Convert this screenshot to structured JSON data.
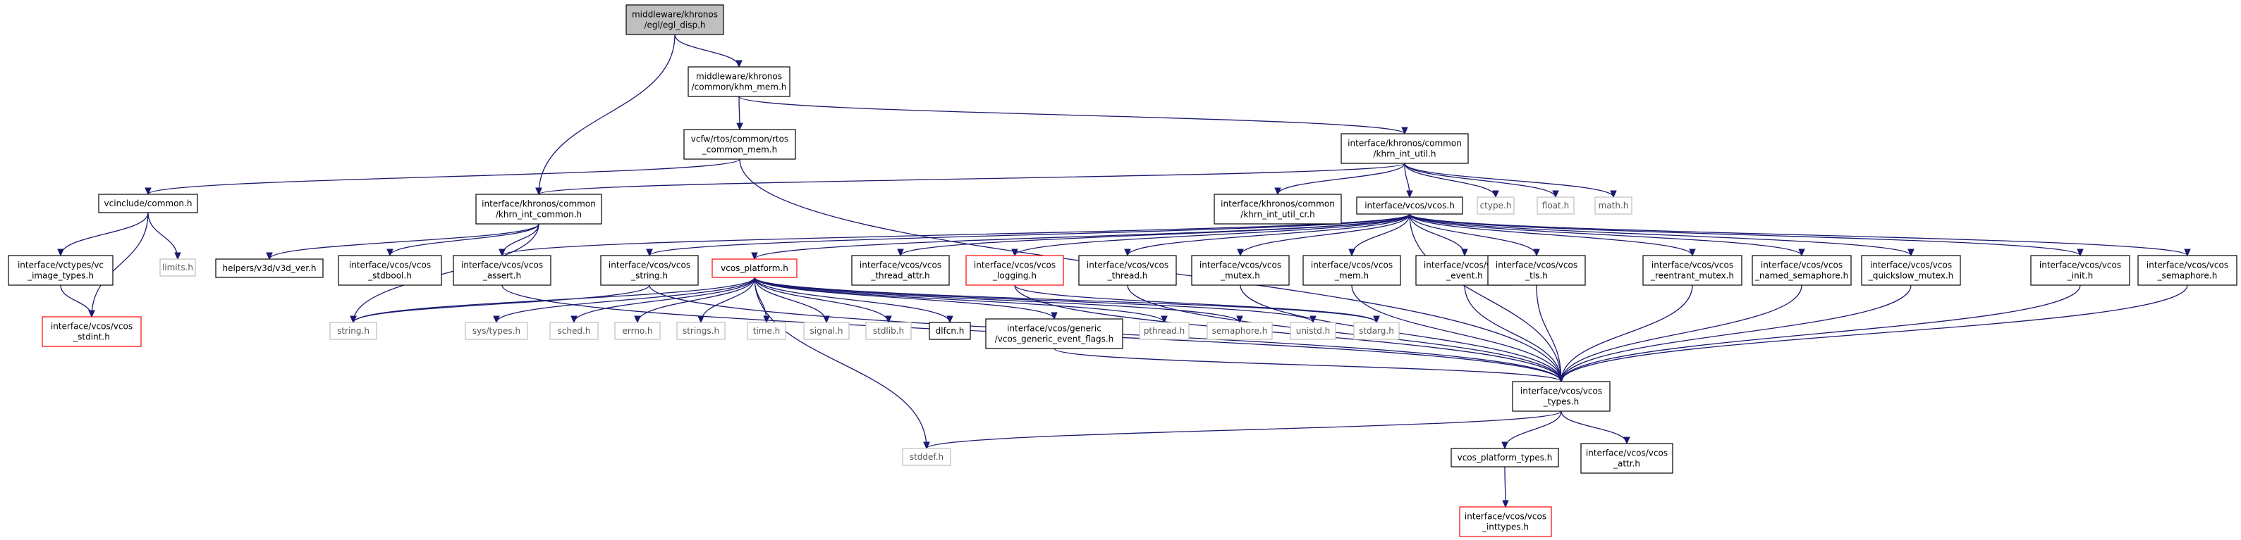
{
  "colors": {
    "edge": "#191970",
    "box_border": "#000000",
    "missing_border": "#bfbfbf",
    "truncated_border": "#ff0000",
    "root_fill": "#bfbfbf",
    "fill": "#ffffff"
  },
  "nodes": [
    {
      "id": "egl_disp",
      "lines": [
        "middleware/khronos",
        "/egl/egl_disp.h"
      ],
      "style": "root"
    },
    {
      "id": "khm_mem",
      "lines": [
        "middleware/khronos",
        "/common/khm_mem.h"
      ],
      "style": "normal"
    },
    {
      "id": "rtos_common_mem",
      "lines": [
        "vcfw/rtos/common/rtos",
        "_common_mem.h"
      ],
      "style": "normal"
    },
    {
      "id": "khrn_int_util",
      "lines": [
        "interface/khronos/common",
        "/khrn_int_util.h"
      ],
      "style": "normal"
    },
    {
      "id": "vcinclude_common",
      "lines": [
        "vcinclude/common.h"
      ],
      "style": "normal"
    },
    {
      "id": "khrn_int_common",
      "lines": [
        "interface/khronos/common",
        "/khrn_int_common.h"
      ],
      "style": "normal"
    },
    {
      "id": "khrn_int_util_cr",
      "lines": [
        "interface/khronos/common",
        "/khrn_int_util_cr.h"
      ],
      "style": "normal"
    },
    {
      "id": "vcos_h",
      "lines": [
        "interface/vcos/vcos.h"
      ],
      "style": "normal"
    },
    {
      "id": "ctype",
      "lines": [
        "ctype.h"
      ],
      "style": "gray"
    },
    {
      "id": "float",
      "lines": [
        "float.h"
      ],
      "style": "gray"
    },
    {
      "id": "math",
      "lines": [
        "math.h"
      ],
      "style": "gray"
    },
    {
      "id": "vc_image_types",
      "lines": [
        "interface/vctypes/vc",
        "_image_types.h"
      ],
      "style": "normal"
    },
    {
      "id": "limits",
      "lines": [
        "limits.h"
      ],
      "style": "gray"
    },
    {
      "id": "v3d_ver",
      "lines": [
        "helpers/v3d/v3d_ver.h"
      ],
      "style": "normal"
    },
    {
      "id": "vcos_stdbool",
      "lines": [
        "interface/vcos/vcos",
        "_stdbool.h"
      ],
      "style": "normal"
    },
    {
      "id": "vcos_assert",
      "lines": [
        "interface/vcos/vcos",
        "_assert.h"
      ],
      "style": "normal"
    },
    {
      "id": "vcos_string",
      "lines": [
        "interface/vcos/vcos",
        "_string.h"
      ],
      "style": "normal"
    },
    {
      "id": "vcos_platform",
      "lines": [
        "vcos_platform.h"
      ],
      "style": "red"
    },
    {
      "id": "vcos_thread_attr",
      "lines": [
        "interface/vcos/vcos",
        "_thread_attr.h"
      ],
      "style": "normal"
    },
    {
      "id": "vcos_logging",
      "lines": [
        "interface/vcos/vcos",
        "_logging.h"
      ],
      "style": "red"
    },
    {
      "id": "vcos_thread",
      "lines": [
        "interface/vcos/vcos",
        "_thread.h"
      ],
      "style": "normal"
    },
    {
      "id": "vcos_mutex",
      "lines": [
        "interface/vcos/vcos",
        "_mutex.h"
      ],
      "style": "normal"
    },
    {
      "id": "vcos_mem",
      "lines": [
        "interface/vcos/vcos",
        "_mem.h"
      ],
      "style": "normal"
    },
    {
      "id": "vcos_event",
      "lines": [
        "interface/vcos/vcos",
        "_event.h"
      ],
      "style": "normal"
    },
    {
      "id": "vcos_tls",
      "lines": [
        "interface/vcos/vcos",
        "_tls.h"
      ],
      "style": "normal"
    },
    {
      "id": "vcos_reentrant_mutex",
      "lines": [
        "interface/vcos/vcos",
        "_reentrant_mutex.h"
      ],
      "style": "normal"
    },
    {
      "id": "vcos_named_semaphore",
      "lines": [
        "interface/vcos/vcos",
        "_named_semaphore.h"
      ],
      "style": "normal"
    },
    {
      "id": "vcos_quickslow_mutex",
      "lines": [
        "interface/vcos/vcos",
        "_quickslow_mutex.h"
      ],
      "style": "normal"
    },
    {
      "id": "vcos_init",
      "lines": [
        "interface/vcos/vcos",
        "_init.h"
      ],
      "style": "normal"
    },
    {
      "id": "vcos_semaphore",
      "lines": [
        "interface/vcos/vcos",
        "_semaphore.h"
      ],
      "style": "normal"
    },
    {
      "id": "vcos_stdint",
      "lines": [
        "interface/vcos/vcos",
        "_stdint.h"
      ],
      "style": "red"
    },
    {
      "id": "string_h",
      "lines": [
        "string.h"
      ],
      "style": "gray"
    },
    {
      "id": "sys_types",
      "lines": [
        "sys/types.h"
      ],
      "style": "gray"
    },
    {
      "id": "sched",
      "lines": [
        "sched.h"
      ],
      "style": "gray"
    },
    {
      "id": "errno",
      "lines": [
        "errno.h"
      ],
      "style": "gray"
    },
    {
      "id": "strings",
      "lines": [
        "strings.h"
      ],
      "style": "gray"
    },
    {
      "id": "time",
      "lines": [
        "time.h"
      ],
      "style": "gray"
    },
    {
      "id": "signal",
      "lines": [
        "signal.h"
      ],
      "style": "gray"
    },
    {
      "id": "stdlib",
      "lines": [
        "stdlib.h"
      ],
      "style": "gray"
    },
    {
      "id": "dlfcn",
      "lines": [
        "dlfcn.h"
      ],
      "style": "normal"
    },
    {
      "id": "generic_event_flags",
      "lines": [
        "interface/vcos/generic",
        "/vcos_generic_event_flags.h"
      ],
      "style": "normal"
    },
    {
      "id": "pthread",
      "lines": [
        "pthread.h"
      ],
      "style": "gray"
    },
    {
      "id": "semaphore_h",
      "lines": [
        "semaphore.h"
      ],
      "style": "gray"
    },
    {
      "id": "unistd",
      "lines": [
        "unistd.h"
      ],
      "style": "gray"
    },
    {
      "id": "stdarg",
      "lines": [
        "stdarg.h"
      ],
      "style": "gray"
    },
    {
      "id": "vcos_types",
      "lines": [
        "interface/vcos/vcos",
        "_types.h"
      ],
      "style": "normal"
    },
    {
      "id": "stddef",
      "lines": [
        "stddef.h"
      ],
      "style": "gray"
    },
    {
      "id": "vcos_platform_types",
      "lines": [
        "vcos_platform_types.h"
      ],
      "style": "normal"
    },
    {
      "id": "vcos_attr",
      "lines": [
        "interface/vcos/vcos",
        "_attr.h"
      ],
      "style": "normal"
    },
    {
      "id": "vcos_inttypes",
      "lines": [
        "interface/vcos/vcos",
        "_inttypes.h"
      ],
      "style": "red"
    }
  ],
  "edges": [
    [
      "egl_disp",
      "khm_mem"
    ],
    [
      "egl_disp",
      "khrn_int_common"
    ],
    [
      "khm_mem",
      "rtos_common_mem"
    ],
    [
      "khm_mem",
      "khrn_int_util"
    ],
    [
      "rtos_common_mem",
      "vcinclude_common"
    ],
    [
      "rtos_common_mem",
      "vcos_types"
    ],
    [
      "khrn_int_util",
      "khrn_int_common"
    ],
    [
      "khrn_int_util",
      "khrn_int_util_cr"
    ],
    [
      "khrn_int_util",
      "vcos_h"
    ],
    [
      "khrn_int_util",
      "ctype"
    ],
    [
      "khrn_int_util",
      "float"
    ],
    [
      "khrn_int_util",
      "math"
    ],
    [
      "vcinclude_common",
      "vc_image_types"
    ],
    [
      "vcinclude_common",
      "limits"
    ],
    [
      "vcinclude_common",
      "vcos_stdint"
    ],
    [
      "vc_image_types",
      "vcos_stdint"
    ],
    [
      "khrn_int_common",
      "v3d_ver"
    ],
    [
      "khrn_int_common",
      "vcos_stdbool"
    ],
    [
      "khrn_int_common",
      "vcos_assert"
    ],
    [
      "khrn_int_common",
      "string_h"
    ],
    [
      "vcos_h",
      "vcos_assert"
    ],
    [
      "vcos_h",
      "vcos_types"
    ],
    [
      "vcos_h",
      "vcos_platform"
    ],
    [
      "vcos_h",
      "vcos_thread_attr"
    ],
    [
      "vcos_h",
      "vcos_logging"
    ],
    [
      "vcos_h",
      "vcos_thread"
    ],
    [
      "vcos_h",
      "vcos_mutex"
    ],
    [
      "vcos_h",
      "vcos_mem"
    ],
    [
      "vcos_h",
      "vcos_event"
    ],
    [
      "vcos_h",
      "vcos_tls"
    ],
    [
      "vcos_h",
      "vcos_reentrant_mutex"
    ],
    [
      "vcos_h",
      "vcos_named_semaphore"
    ],
    [
      "vcos_h",
      "vcos_quickslow_mutex"
    ],
    [
      "vcos_h",
      "vcos_init"
    ],
    [
      "vcos_h",
      "vcos_semaphore"
    ],
    [
      "vcos_h",
      "vcos_string"
    ],
    [
      "vcos_assert",
      "vcos_types"
    ],
    [
      "vcos_string",
      "vcos_types"
    ],
    [
      "vcos_string",
      "string_h"
    ],
    [
      "vcos_platform",
      "string_h"
    ],
    [
      "vcos_platform",
      "sys_types"
    ],
    [
      "vcos_platform",
      "sched"
    ],
    [
      "vcos_platform",
      "errno"
    ],
    [
      "vcos_platform",
      "strings"
    ],
    [
      "vcos_platform",
      "time"
    ],
    [
      "vcos_platform",
      "signal"
    ],
    [
      "vcos_platform",
      "stdlib"
    ],
    [
      "vcos_platform",
      "dlfcn"
    ],
    [
      "vcos_platform",
      "generic_event_flags"
    ],
    [
      "vcos_platform",
      "pthread"
    ],
    [
      "vcos_platform",
      "semaphore_h"
    ],
    [
      "vcos_platform",
      "unistd"
    ],
    [
      "vcos_platform",
      "stdarg"
    ],
    [
      "vcos_platform",
      "stddef"
    ],
    [
      "vcos_logging",
      "vcos_types"
    ],
    [
      "vcos_logging",
      "stdarg"
    ],
    [
      "vcos_thread",
      "vcos_types"
    ],
    [
      "vcos_mutex",
      "vcos_types"
    ],
    [
      "vcos_mem",
      "vcos_types"
    ],
    [
      "vcos_event",
      "vcos_types"
    ],
    [
      "vcos_tls",
      "vcos_types"
    ],
    [
      "vcos_reentrant_mutex",
      "vcos_types"
    ],
    [
      "vcos_named_semaphore",
      "vcos_types"
    ],
    [
      "vcos_quickslow_mutex",
      "vcos_types"
    ],
    [
      "vcos_init",
      "vcos_types"
    ],
    [
      "vcos_semaphore",
      "vcos_types"
    ],
    [
      "generic_event_flags",
      "vcos_types"
    ],
    [
      "vcos_types",
      "stddef"
    ],
    [
      "vcos_types",
      "vcos_platform_types"
    ],
    [
      "vcos_types",
      "vcos_attr"
    ],
    [
      "vcos_platform_types",
      "vcos_inttypes"
    ]
  ]
}
